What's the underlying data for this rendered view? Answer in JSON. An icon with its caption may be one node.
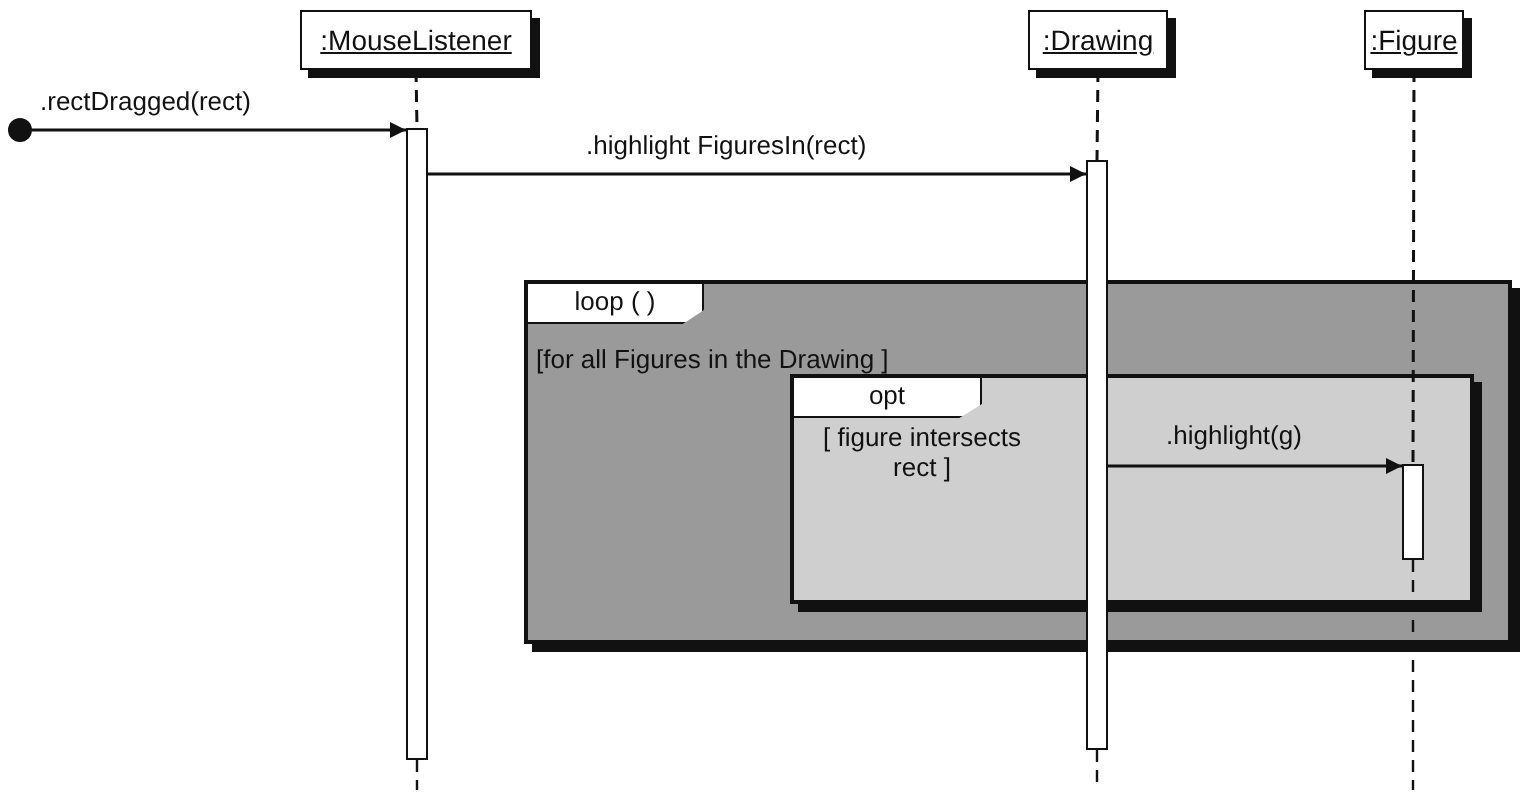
{
  "diagram": {
    "nodes": [
      {
        "text": [
          ":MouseListener"
        ]
      },
      {
        "text": [
          ":Drawing"
        ]
      },
      {
        "text": [
          ":Figure"
        ]
      },
      {
        "text": [],
        "shape": "circle"
      },
      {
        "text": [],
        "shape": "bar"
      },
      {
        "text": [],
        "shape": "bar"
      },
      {
        "text": [],
        "shape": "bar",
        "in": 8
      },
      {
        "text": [
          "loop ( )",
          "[for all Figures in the Drawing ]"
        ]
      },
      {
        "text": [
          "opt",
          "[ figure intersects rect ]"
        ],
        "in": 7
      }
    ],
    "edges": [
      {
        "from": 0,
        "to": 4,
        "arrow": "none",
        "style": "dashed"
      },
      {
        "from": 1,
        "to": 5,
        "arrow": "none",
        "style": "dashed"
      },
      {
        "from": 2,
        "to": 6,
        "arrow": "none",
        "style": "dashed"
      },
      {
        "from": 3,
        "to": 4,
        "arrow": "to",
        "label": ".rectDragged(rect)"
      },
      {
        "from": 4,
        "to": 5,
        "arrow": "to",
        "label": ".highlight FiguresIn(rect)"
      },
      {
        "from": 5,
        "to": 6,
        "arrow": "to",
        "label": ".highlight(g)"
      }
    ]
  }
}
